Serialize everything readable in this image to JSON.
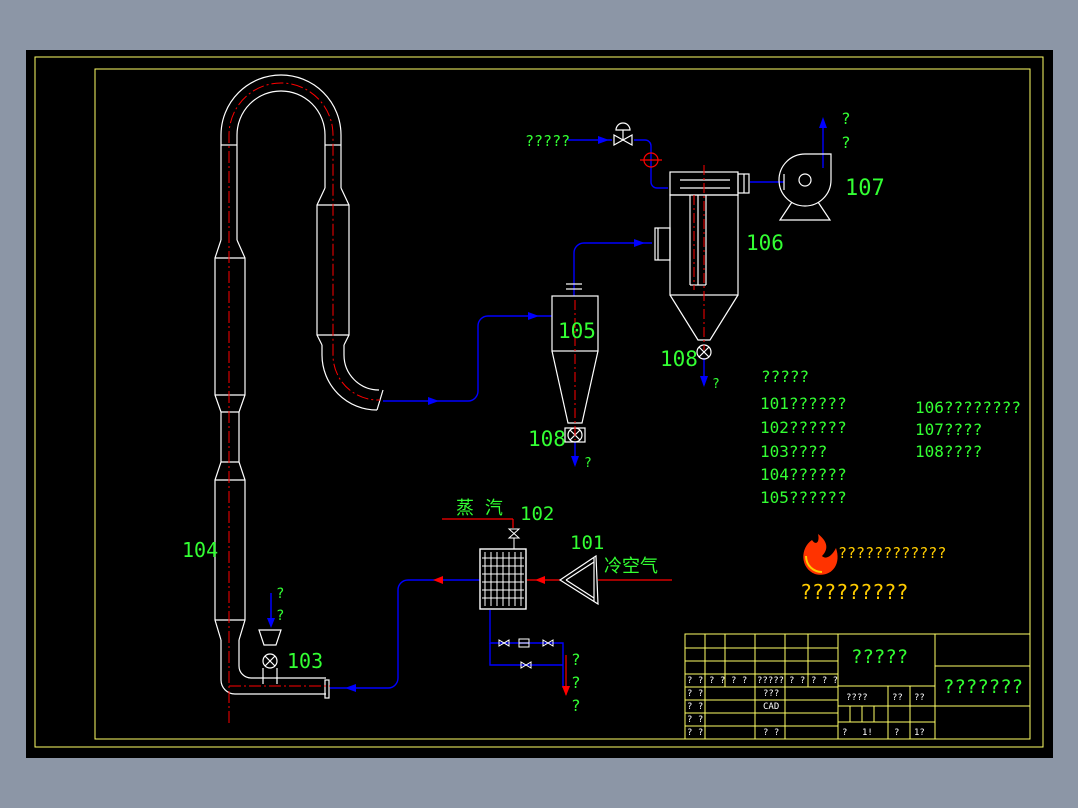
{
  "diagram": {
    "equipment_labels": {
      "e101": "101",
      "e102": "102",
      "e103": "103",
      "e104": "104",
      "e105": "105",
      "e106": "106",
      "e107": "107",
      "e108a": "108",
      "e108b": "108"
    },
    "stream_labels": {
      "steam": "蒸 汽",
      "cold_air": "冷空气",
      "inlet_top": "?????",
      "exhaust_q1": "?",
      "exhaust_q2": "?",
      "out106_q": "?",
      "out105_q": "?",
      "feed_q1": "?",
      "feed_q2": "?",
      "drain_q1": "?",
      "drain_q2": "?",
      "drain_q3": "?"
    },
    "legend": {
      "title": "?????",
      "items_left": [
        "101??????",
        "102??????",
        "103????",
        "104??????",
        "105??????"
      ],
      "items_right": [
        "106????????",
        "107????",
        "108????"
      ]
    },
    "logo": {
      "line1": "????????????",
      "line2": "?????????",
      "color_flame": "#ff3300"
    },
    "title_block": {
      "drawing_name": "?????",
      "company": "???????",
      "cells_row1": [
        "? ?",
        "? ?",
        "? ?",
        "?????",
        "? ?",
        "? ? ?"
      ],
      "cells_row2a": [
        "? ?",
        "???"
      ],
      "cells_row2b": [
        "? ?",
        "CAD"
      ],
      "cells_row3": [
        "? ?"
      ],
      "cells_row4": [
        "? ?",
        "? ?"
      ],
      "scale_label": "????",
      "scale_a": "??",
      "scale_b": "??",
      "bottom_a": "?",
      "bottom_b": "1!",
      "bottom_c": "?",
      "bottom_d": "1?"
    },
    "colors": {
      "background": "#000000",
      "frame": "#ffff66",
      "equipment": "#ffffff",
      "centerline": "#ff0000",
      "flow": "#0000ff",
      "text": "#33ff33"
    }
  }
}
